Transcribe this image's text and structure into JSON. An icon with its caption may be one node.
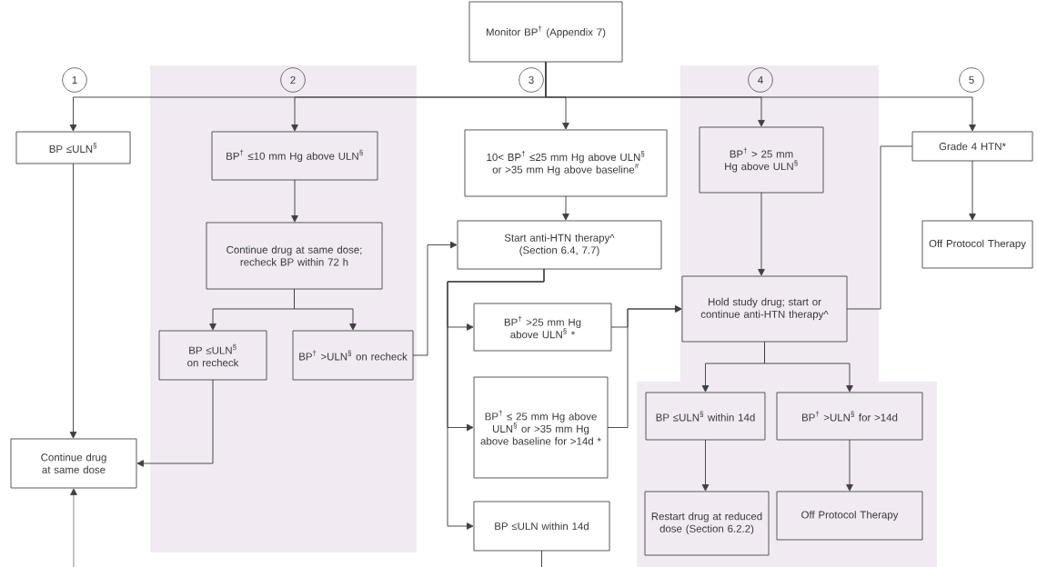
{
  "diagram": {
    "nodes": [
      {
        "text": [
          "Monitor BP$^{†}$ (Appendix 7)"
        ]
      },
      {
        "text": [
          "1"
        ]
      },
      {
        "text": [
          "2"
        ]
      },
      {
        "text": [
          "3"
        ]
      },
      {
        "text": [
          "4"
        ]
      },
      {
        "text": [
          "5"
        ]
      },
      {
        "text": [
          "BP ≤ULN$^{§}$"
        ]
      },
      {
        "text": [
          "BP$^{†}$ ≤10 mm Hg above ULN$^{§}$"
        ]
      },
      {
        "text": [
          "10< BP$^{†}$ ≤25 mm Hg above ULN$^{§}$ or >35 mm Hg above baseline$^{#}$"
        ]
      },
      {
        "text": [
          "BP$^{†}$ > 25 mm Hg above ULN$^{§}$"
        ]
      },
      {
        "text": [
          "Grade 4 HTN*"
        ]
      },
      {
        "text": [
          "Continue drug at same dose; recheck BP within 72 h"
        ]
      },
      {
        "text": [
          "Start anti-HTN therapy^ (Section 6.4, 7.7)"
        ]
      },
      {
        "text": [
          "Off Protocol Therapy"
        ]
      },
      {
        "text": [
          "BP ≤ULN$^{§}$ on recheck"
        ]
      },
      {
        "text": [
          "BP$^{†}$ >ULN$^{§}$ on recheck"
        ]
      },
      {
        "text": [
          "BP$^{†}$ >25 mm Hg above ULN$^{§}$ *"
        ]
      },
      {
        "text": [
          "Hold study drug; start or continue anti-HTN therapy^"
        ]
      },
      {
        "text": [
          "BP$^{†}$ ≤ 25 mm Hg above ULN$^{§}$ or >35 mm Hg above baseline for >14d *"
        ]
      },
      {
        "text": [
          "Continue drug at same dose"
        ]
      },
      {
        "text": [
          "BP ≤ULN$^{§}$ within 14d"
        ]
      },
      {
        "text": [
          "BP$^{†}$ >ULN$^{§}$ for >14d"
        ]
      },
      {
        "text": [
          "BP ≤ULN within 14d"
        ]
      },
      {
        "text": [
          "Restart drug at reduced dose (Section 6.2.2)"
        ]
      },
      {
        "text": [
          "Off Protocol Therapy"
        ]
      }
    ],
    "edges": [
      {
        "from": 0,
        "to": 6,
        "arrow": "to"
      },
      {
        "from": 0,
        "to": 7,
        "arrow": "to"
      },
      {
        "from": 0,
        "to": 8,
        "arrow": "to"
      },
      {
        "from": 0,
        "to": 9,
        "arrow": "to"
      },
      {
        "from": 0,
        "to": 10,
        "arrow": "to"
      },
      {
        "from": 6,
        "to": 19,
        "arrow": "to"
      },
      {
        "from": 7,
        "to": 11,
        "arrow": "to"
      },
      {
        "from": 8,
        "to": 12,
        "arrow": "to"
      },
      {
        "from": 9,
        "to": 17,
        "arrow": "to"
      },
      {
        "from": 10,
        "to": 13,
        "arrow": "to"
      },
      {
        "from": 10,
        "to": 17,
        "arrow": "none"
      },
      {
        "from": 11,
        "to": 14,
        "arrow": "to"
      },
      {
        "from": 11,
        "to": 15,
        "arrow": "to"
      },
      {
        "from": 14,
        "to": 19,
        "arrow": "to"
      },
      {
        "from": 15,
        "to": 12,
        "arrow": "to"
      },
      {
        "from": 12,
        "to": 16,
        "arrow": "to"
      },
      {
        "from": 12,
        "to": 18,
        "arrow": "to"
      },
      {
        "from": 12,
        "to": 22,
        "arrow": "to"
      },
      {
        "from": 16,
        "to": 17,
        "arrow": "to"
      },
      {
        "from": 18,
        "to": 17,
        "arrow": "to"
      },
      {
        "from": 17,
        "to": 20,
        "arrow": "to"
      },
      {
        "from": 17,
        "to": 21,
        "arrow": "to"
      },
      {
        "from": 20,
        "to": 23,
        "arrow": "to"
      },
      {
        "from": 21,
        "to": 24,
        "arrow": "to"
      },
      {
        "from": null,
        "to": 19,
        "arrow": "to"
      },
      {
        "from": 22,
        "to": null,
        "arrow": "none"
      }
    ]
  }
}
